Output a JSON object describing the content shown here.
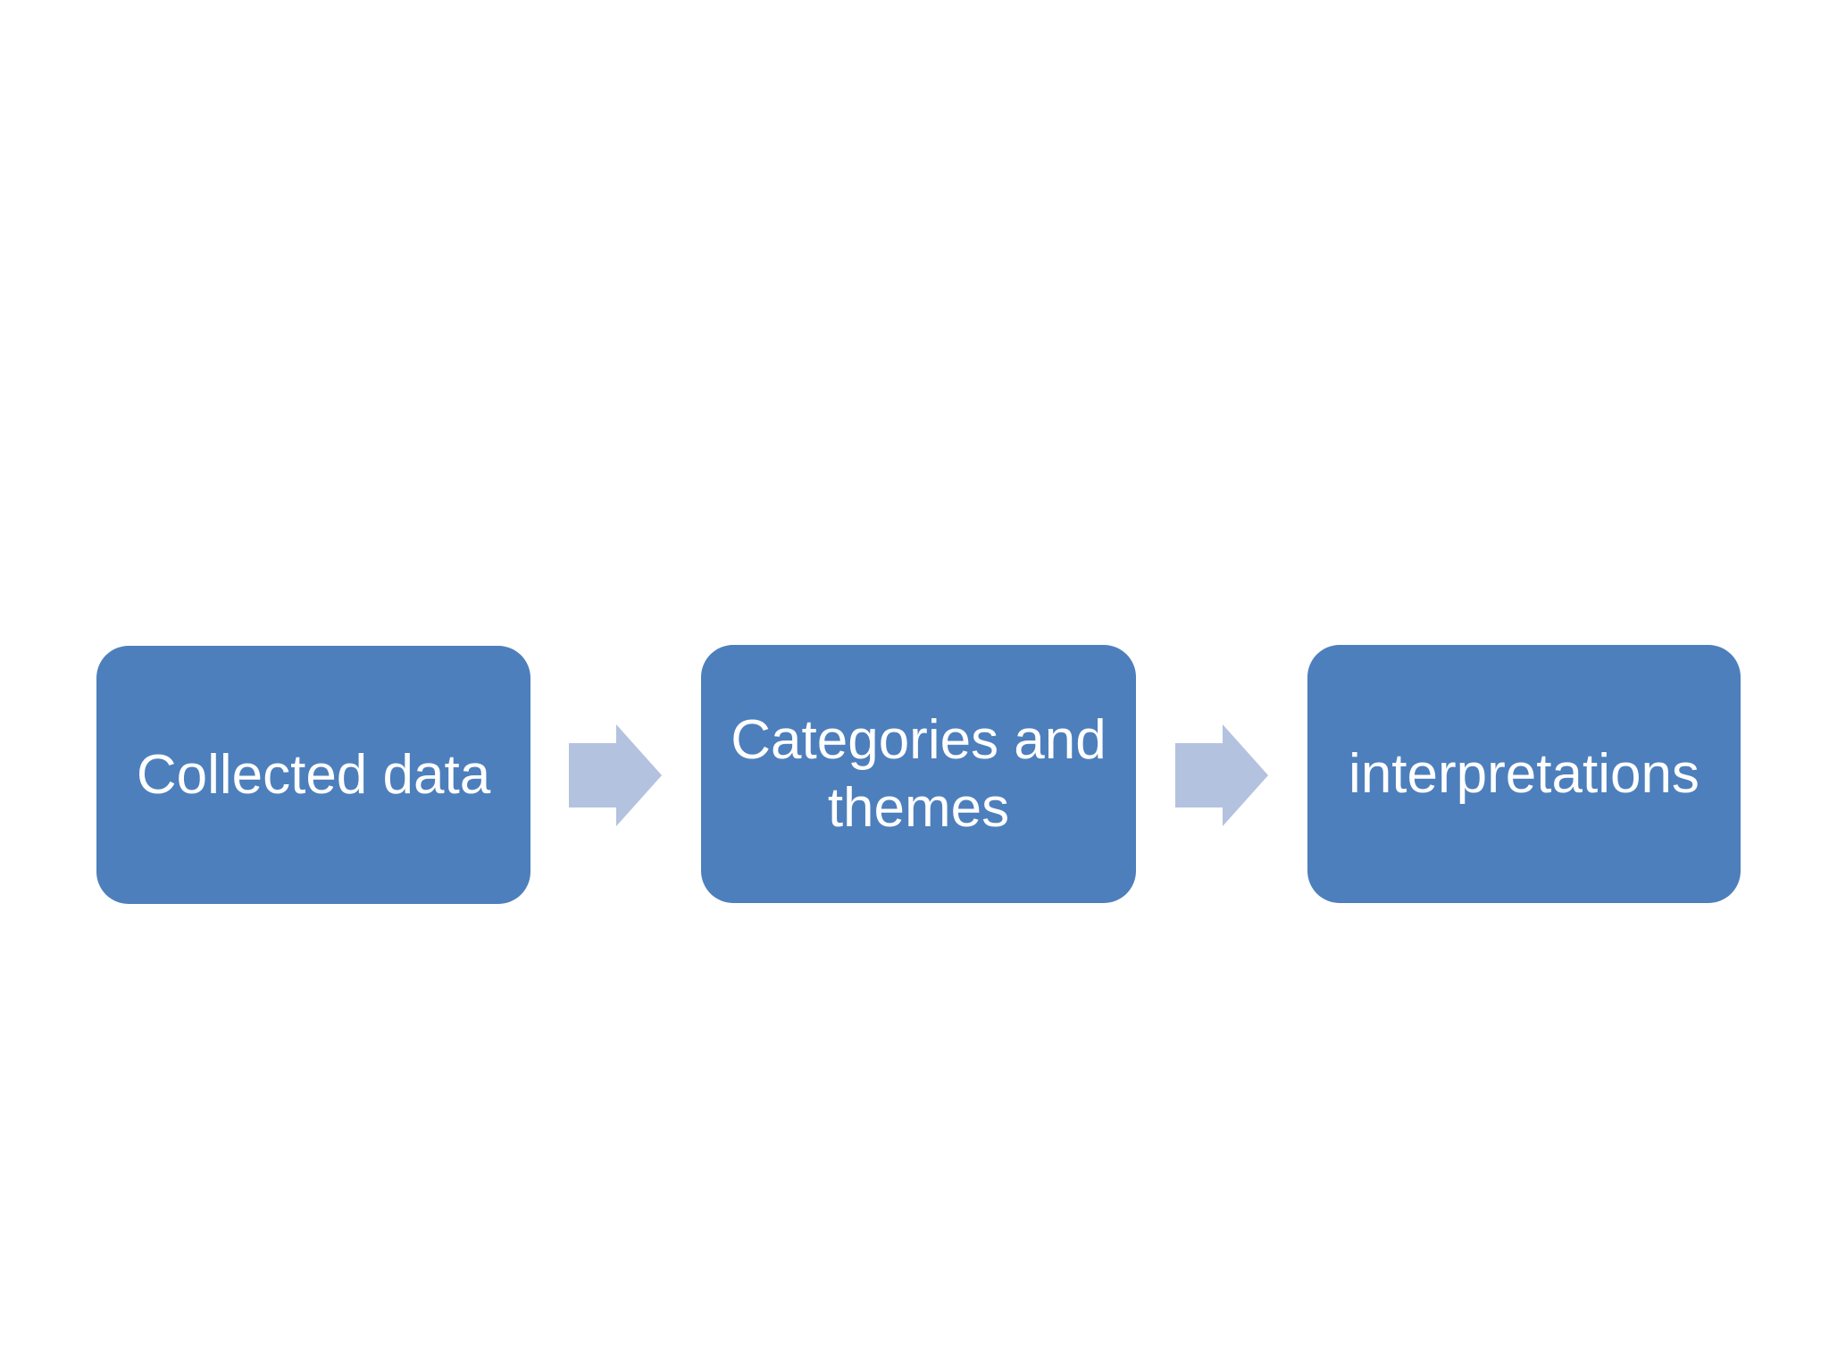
{
  "colors": {
    "page-bg": "#ffffff",
    "node-fill": "#4D7FBC",
    "node-text": "#ffffff",
    "arrow-fill": "#B3C2DE"
  },
  "diagram": {
    "type": "process-flow",
    "direction": "left-to-right",
    "nodes": [
      {
        "label": "Collected data"
      },
      {
        "label": "Categories and themes"
      },
      {
        "label": "interpretations"
      }
    ],
    "arrows": [
      {
        "icon": "right-block-arrow",
        "from": "Collected data",
        "to": "Categories and themes"
      },
      {
        "icon": "right-block-arrow",
        "from": "Categories and themes",
        "to": "interpretations"
      }
    ]
  }
}
